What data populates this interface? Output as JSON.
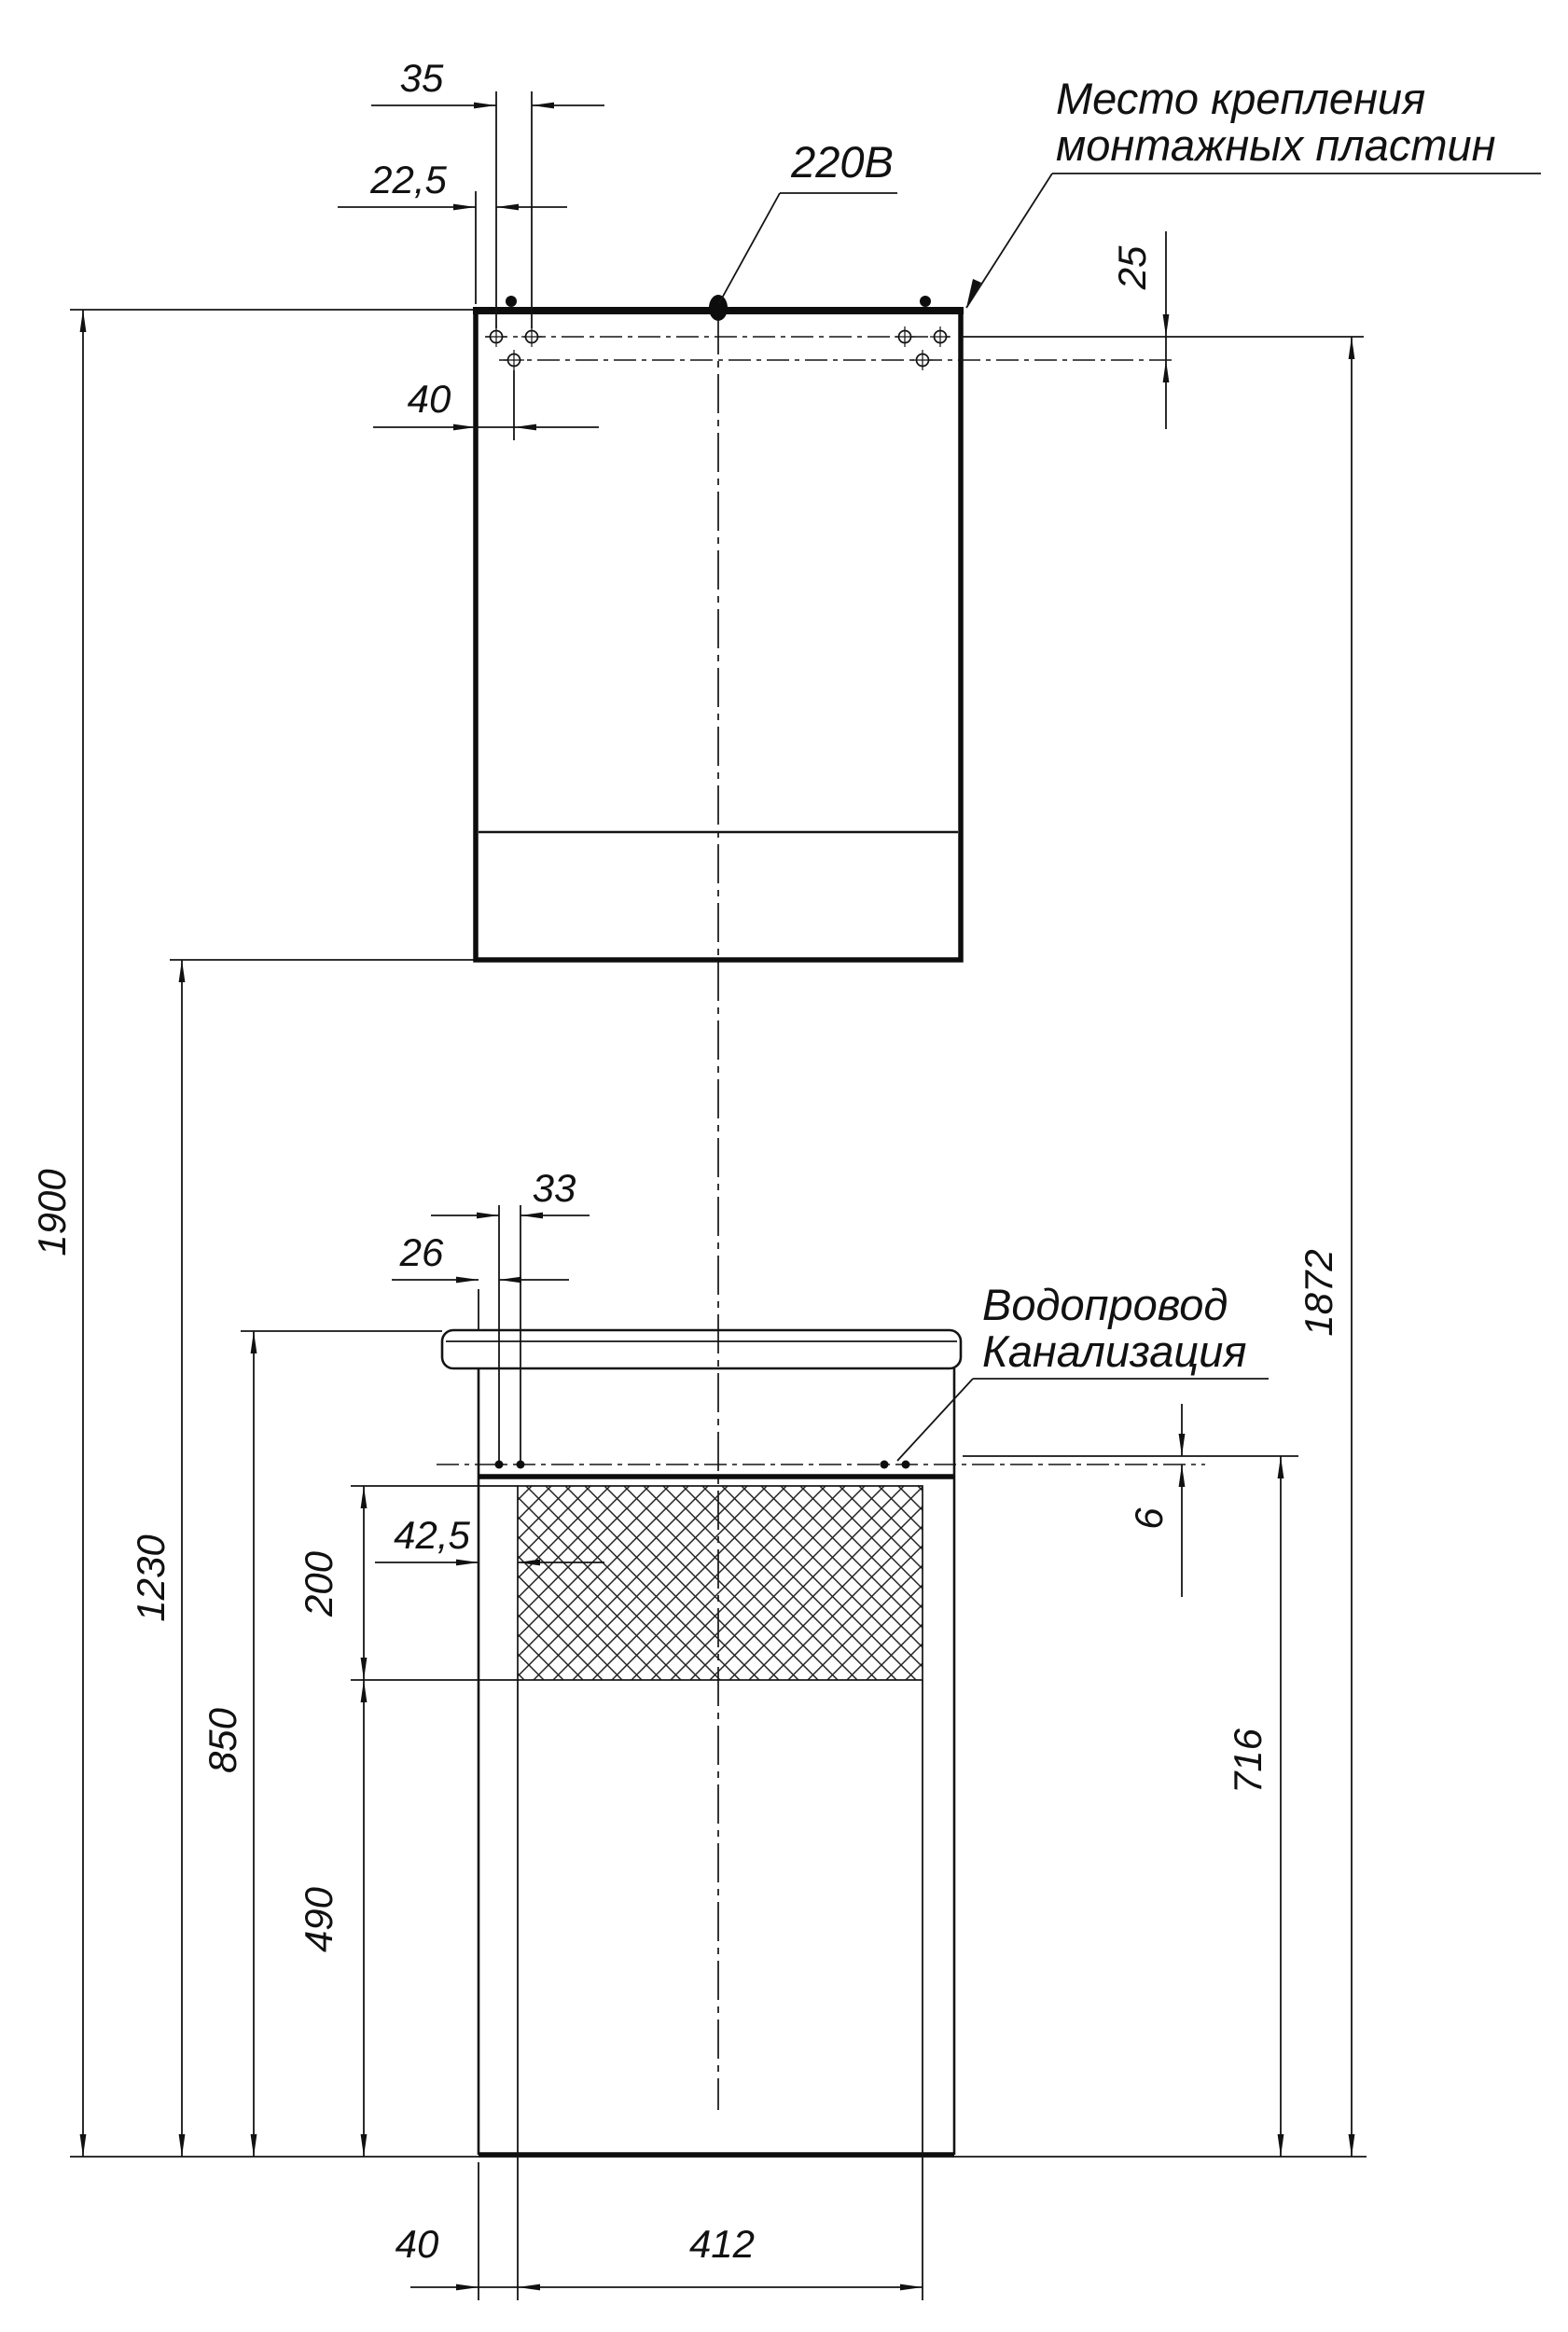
{
  "drawing": {
    "annotations": {
      "power": "220В",
      "mounting_line1": "Место крепления",
      "mounting_line2": "монтажных пластин",
      "water_supply": "Водопровод",
      "sewerage": "Канализация"
    },
    "dimensions": {
      "top_hole_spacing": "35",
      "top_hole_edge_offset": "22,5",
      "top_row2_offset": "40",
      "plate_row_gap": "25",
      "overall_height": "1900",
      "plate_height_right": "1872",
      "mirror_bottom_height": "1230",
      "countertop_height": "850",
      "hatch_bottom_height": "490",
      "hatch_height": "200",
      "conn_spacing": "33",
      "conn_edge_offset": "26",
      "drain_edge_offset": "42,5",
      "axis_gap": "6",
      "deck_line_height": "716",
      "bottom_side_offset": "40",
      "cabinet_width": "412"
    }
  }
}
